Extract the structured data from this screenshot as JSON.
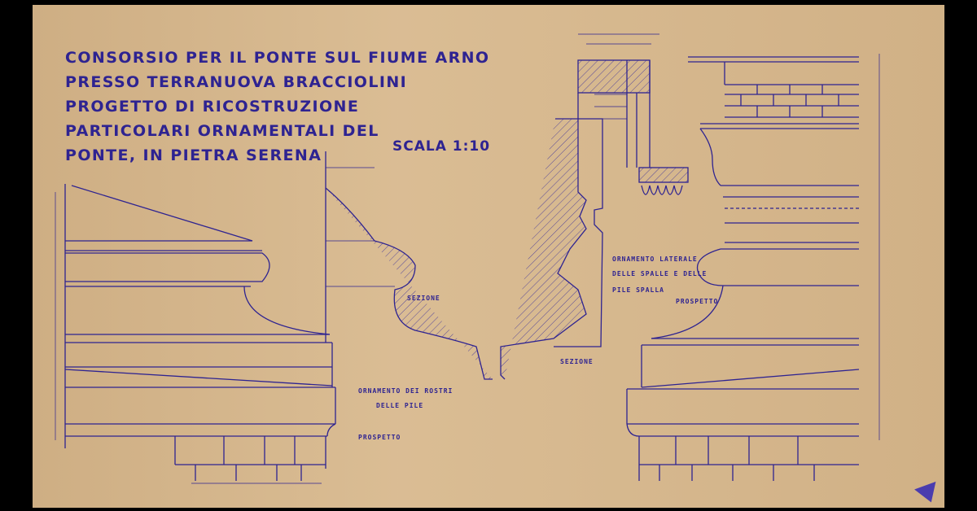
{
  "title_lines": [
    "CONSORSIO PER IL PONTE  SUL FIUME ARNO",
    "PRESSO TERRANUOVA BRACCIOLINI",
    "PROGETTO DI RICOSTRUZIONE",
    "PARTICOLARI ORNAMENTALI DEL",
    "PONTE, IN PIETRA SERENA"
  ],
  "scale": "SCALA 1:10",
  "labels": {
    "sezione_left": "SEZIONE",
    "sezione_right": "SEZIONE",
    "ornamento_rostri_1": "ORNAMENTO DEI ROSTRI",
    "ornamento_rostri_2": "DELLE PILE",
    "prospetto_left": "PROSPETTO",
    "ornamento_laterale_1": "ORNAMENTO LATERALE",
    "ornamento_laterale_2": "DELLE SPALLE E DELLE",
    "ornamento_laterale_3": "PILE SPALLA",
    "prospetto_right": "PROSPETTO"
  },
  "colors": {
    "paper": "#d8b98e",
    "ink": "#2e2391",
    "frame": "#000000"
  }
}
